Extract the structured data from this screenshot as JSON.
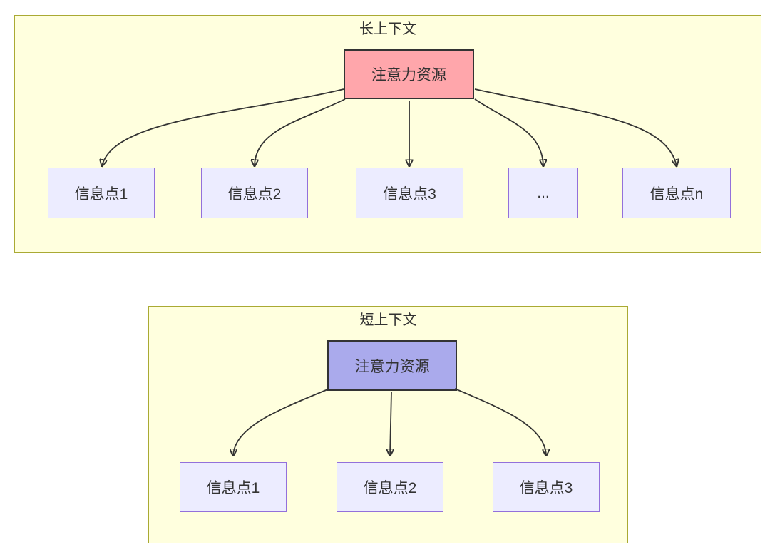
{
  "diagram": {
    "type": "flowchart",
    "sections": [
      {
        "title": "长上下文",
        "root_label": "注意力资源",
        "children": [
          "信息点1",
          "信息点2",
          "信息点3",
          "...",
          "信息点n"
        ]
      },
      {
        "title": "短上下文",
        "root_label": "注意力资源",
        "children": [
          "信息点1",
          "信息点2",
          "信息点3"
        ]
      }
    ],
    "colors": {
      "section_fill": "#ffffde",
      "section_border": "#aaaa33",
      "long_root_fill": "#ffa6ab",
      "short_root_fill": "#aaaaec",
      "root_border": "#333333",
      "child_fill": "#ececff",
      "child_border": "#9370db",
      "arrow": "#333333",
      "text": "#333333",
      "background": "#ffffff"
    }
  }
}
